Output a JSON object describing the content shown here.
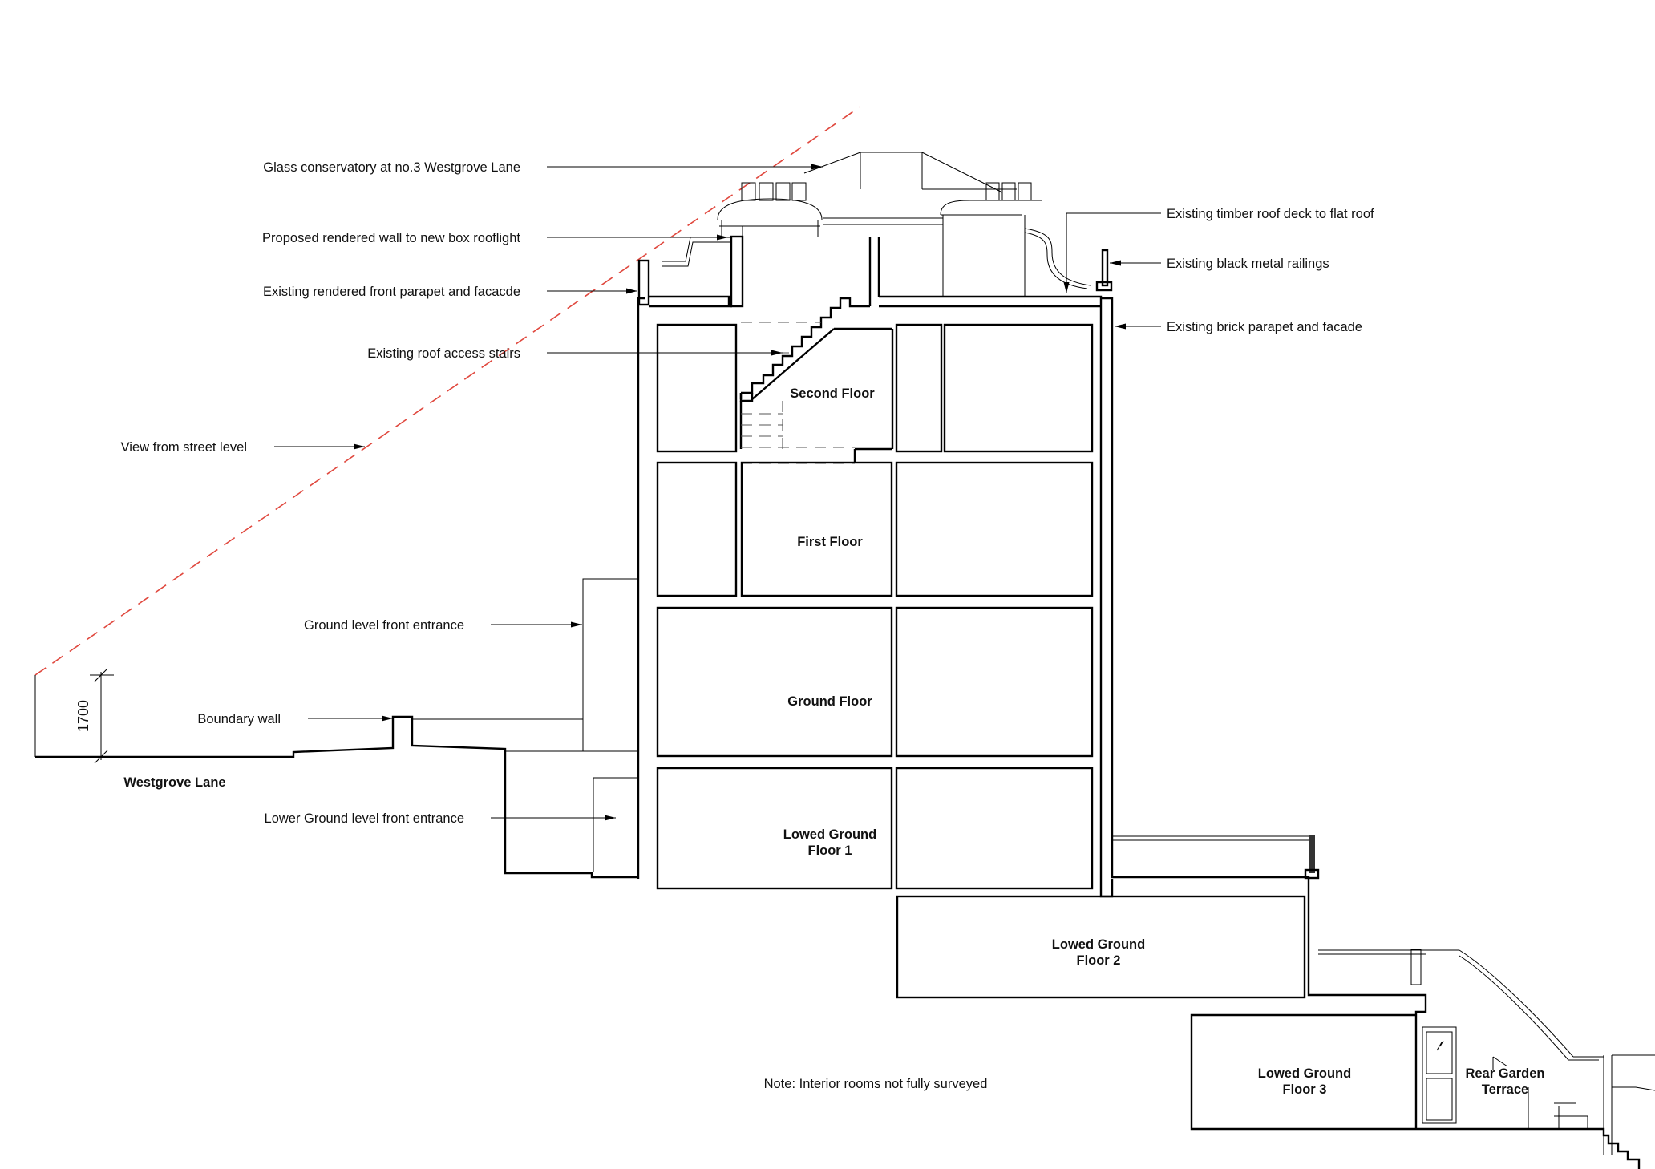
{
  "annotations_left": {
    "conservatory": "Glass conservatory at no.3 Westgrove Lane",
    "rendered_wall": "Proposed rendered wall to new box rooflight",
    "front_parapet": "Existing rendered front parapet and facacde",
    "roof_stairs": "Existing roof access stairs",
    "street_view": "View from street level",
    "front_entrance": "Ground level front entrance",
    "boundary_wall": "Boundary wall",
    "lower_entrance": "Lower Ground level front entrance"
  },
  "annotations_right": {
    "roof_deck": "Existing timber roof deck to flat roof",
    "railings": "Existing black metal railings",
    "brick_parapet": "Existing brick parapet and facade"
  },
  "rooms": {
    "second_floor": "Second Floor",
    "first_floor": "First Floor",
    "ground_floor": "Ground Floor",
    "lower_ground_1": [
      "Lowed Ground",
      "Floor 1"
    ],
    "lower_ground_2": [
      "Lowed Ground",
      "Floor 2"
    ],
    "lower_ground_3": [
      "Lowed Ground",
      "Floor 3"
    ],
    "rear_garden": [
      "Rear Garden",
      "Terrace"
    ]
  },
  "street_name": "Westgrove Lane",
  "dimension": "1700",
  "note": "Note: Interior rooms not fully surveyed",
  "colors": {
    "sightline": "#e0483e",
    "lines": "#000000"
  }
}
